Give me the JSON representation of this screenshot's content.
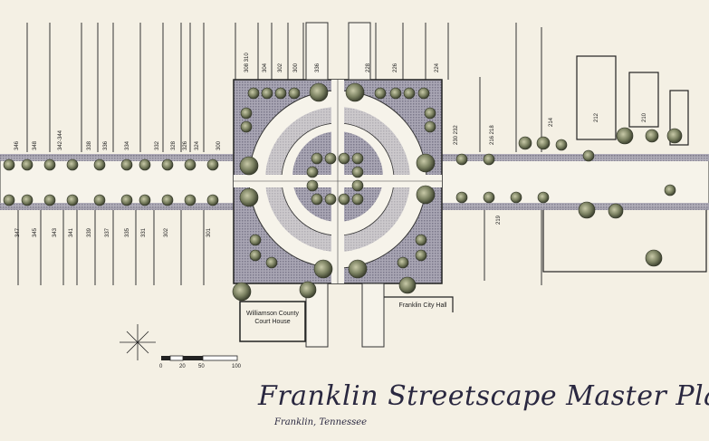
{
  "title": "Franklin Streetscape Master Plan",
  "subtitle": "Franklin, Tennessee",
  "buildings": {
    "courthouse": "Williamson County Court House",
    "city_hall": "Franklin City Hall"
  },
  "scale_labels": [
    "0",
    "20",
    "50",
    "100"
  ],
  "addresses_north": [
    "346",
    "348",
    "342-344",
    "338",
    "336",
    "334",
    "332",
    "328",
    "326",
    "324",
    "300",
    "308 310",
    "304",
    "302",
    "300",
    "336",
    "228",
    "226",
    "224",
    "230 232",
    "216 218",
    "214",
    "212",
    "210"
  ],
  "addresses_south": [
    "347",
    "345",
    "343",
    "341",
    "339",
    "337",
    "335",
    "331",
    "302",
    "301",
    "219"
  ],
  "colors": {
    "paper": "#f4f0e4",
    "ink": "#2a2840",
    "tree": "#6e7552",
    "paving": "#8a8798"
  }
}
